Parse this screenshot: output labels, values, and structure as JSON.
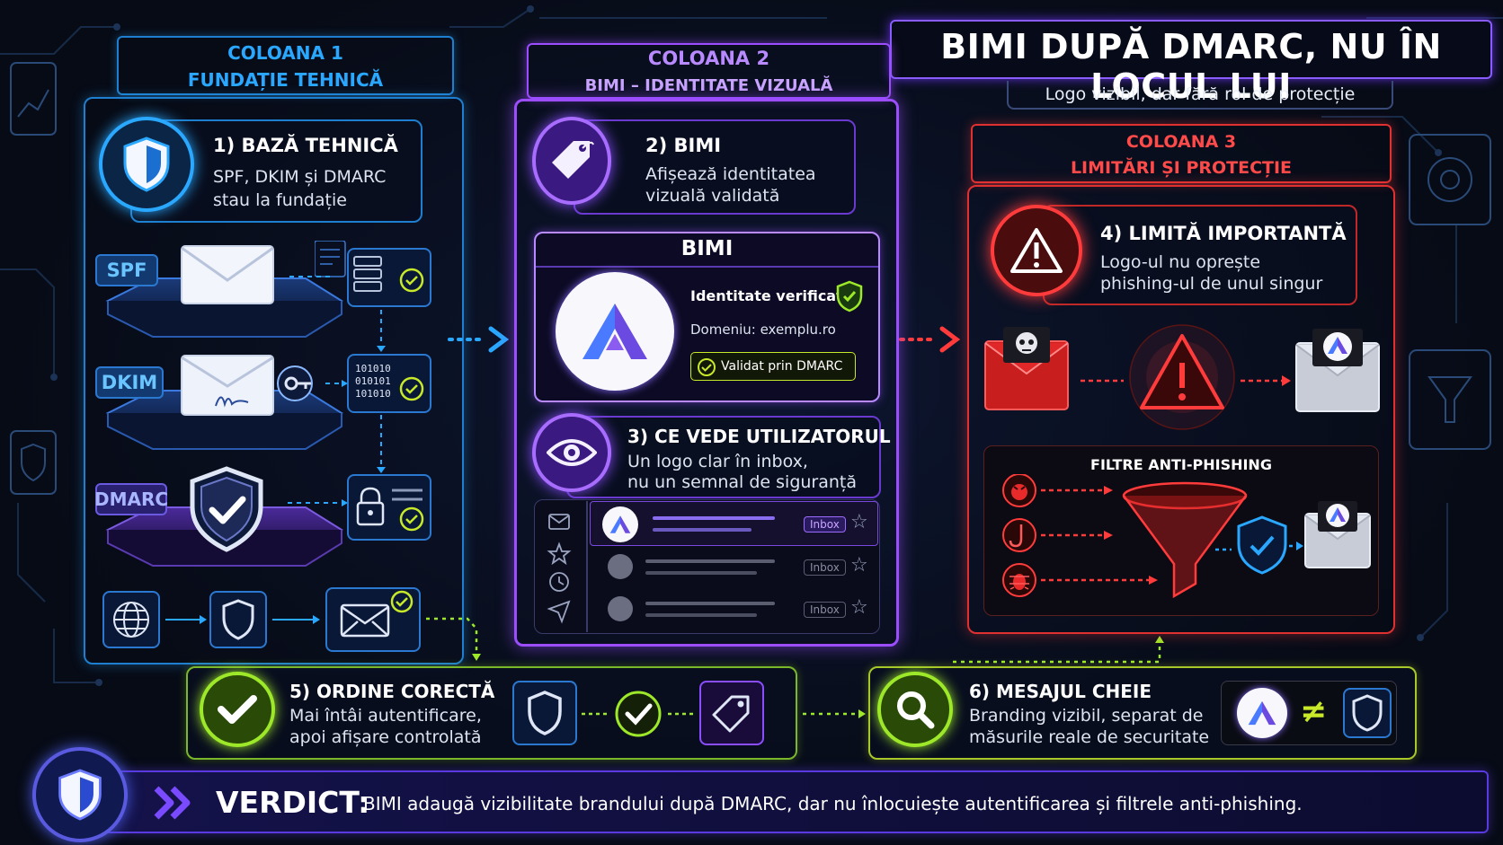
{
  "header": {
    "title": "BIMI DUPĂ DMARC, NU ÎN LOCUL LUI",
    "subtitle": "Logo vizibil, dar fără rol de protecție"
  },
  "columns": {
    "col1": {
      "label": "COLOANA 1",
      "name": "FUNDAȚIE TEHNICĂ"
    },
    "col2": {
      "label": "COLOANA 2",
      "name": "BIMI – IDENTITATE VIZUALĂ"
    },
    "col3": {
      "label": "COLOANA 3",
      "name": "LIMITĂRI ȘI PROTECȚIE"
    }
  },
  "cards": {
    "base": {
      "title": "1) BAZĂ TEHNICĂ",
      "line1": "SPF, DKIM și DMARC",
      "line2": "stau la fundație"
    },
    "bimi": {
      "title": "2) BIMI",
      "line1": "Afișează identitatea",
      "line2": "vizuală validată"
    },
    "user": {
      "title": "3) CE VEDE UTILIZATORUL",
      "line1": "Un logo clar în inbox,",
      "line2": "nu un semnal de siguranță"
    },
    "limit": {
      "title": "4) LIMITĂ IMPORTANTĂ",
      "line1": "Logo-ul nu oprește",
      "line2": "phishing-ul de unul singur"
    },
    "order": {
      "title": "5) ORDINE CORECTĂ",
      "line1": "Mai întâi autentificare,",
      "line2": "apoi afișare controlată"
    },
    "key": {
      "title": "6) MESAJUL CHEIE",
      "line1": "Branding vizibil, separat de",
      "line2": "măsurile reale de securitate"
    }
  },
  "protocols": {
    "spf": "SPF",
    "dkim": "DKIM",
    "dmarc": "DMARC"
  },
  "binary": {
    "line1": "101010",
    "line2": "010101",
    "line3": "101010"
  },
  "bimi_panel": {
    "heading": "BIMI",
    "verified": "Identitate verificată",
    "domain": "Domeniu: exemplu.ro",
    "validated": "Validat prin DMARC"
  },
  "inbox": {
    "badge": "Inbox"
  },
  "filters": {
    "title": "FILTRE ANTI-PHISHING"
  },
  "not_equal": "≠",
  "verdict": {
    "label": "VERDICT:",
    "text": "BIMI adaugă vizibilitate brandului după DMARC, dar nu înlocuiește autentificarea și filtrele anti-phishing."
  },
  "colors": {
    "blue": "#2aa8ff",
    "purple": "#9b4dff",
    "red": "#ff3b3b",
    "green": "#9ee82a",
    "yellow_green": "#c8e82a"
  },
  "icons": [
    "shield-icon",
    "tag-icon",
    "eye-icon",
    "warning-icon",
    "check-icon",
    "search-icon",
    "envelope-icon",
    "globe-icon",
    "lock-icon",
    "key-icon",
    "funnel-icon",
    "skull-icon",
    "hook-icon",
    "bug-icon",
    "angry-face-icon",
    "star-icon",
    "clock-icon",
    "send-icon",
    "server-icon",
    "double-chevron-icon"
  ]
}
